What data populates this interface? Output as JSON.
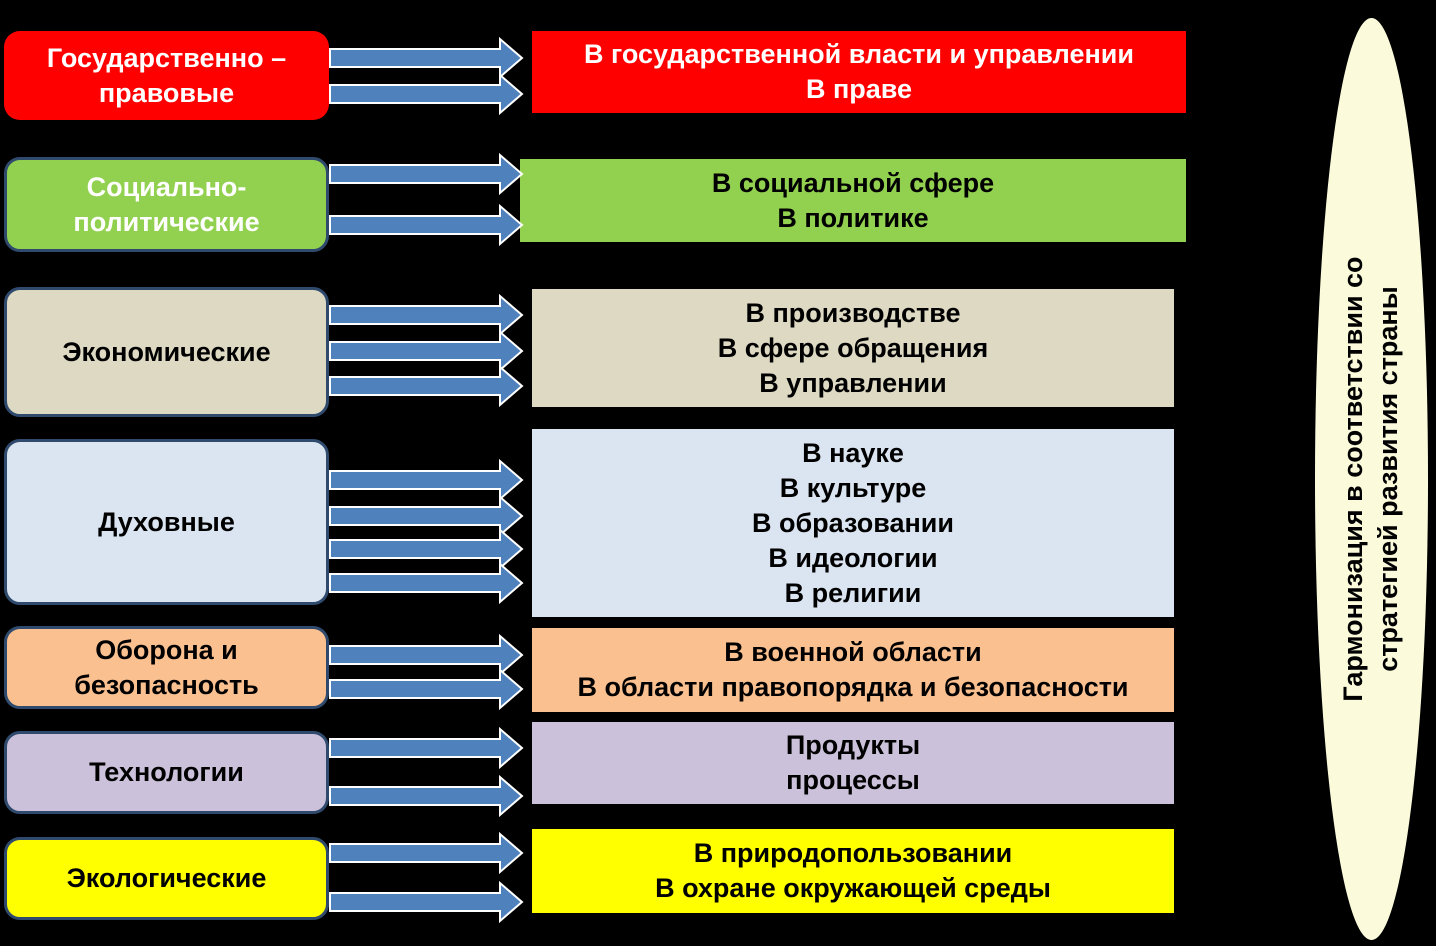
{
  "colors": {
    "red": "#ff0000",
    "green": "#92d050",
    "beige": "#ddd9c3",
    "light_blue": "#dbe5f1",
    "orange": "#fac090",
    "lavender": "#ccc1da",
    "yellow": "#ffff00",
    "arrow_fill": "#4f81bd",
    "ellipse_fill": "#fbfbdc"
  },
  "rows": [
    {
      "category": [
        "Государственно –",
        "правовые"
      ],
      "areas": [
        "В государственной власти и управлении",
        "В праве"
      ],
      "color": "red"
    },
    {
      "category": [
        "Социально-",
        "политические"
      ],
      "areas": [
        "В социальной сфере",
        "В политике"
      ],
      "color": "green"
    },
    {
      "category": [
        "Экономические"
      ],
      "areas": [
        "В производстве",
        "В сфере обращения",
        "В управлении"
      ],
      "color": "beige"
    },
    {
      "category": [
        "Духовные"
      ],
      "areas": [
        "В науке",
        "В культуре",
        "В образовании",
        "В идеологии",
        "В религии"
      ],
      "color": "light_blue"
    },
    {
      "category": [
        "Оборона и",
        "безопасность"
      ],
      "areas": [
        "В военной области",
        "В области правопорядка и безопасности"
      ],
      "color": "orange"
    },
    {
      "category": [
        "Технологии"
      ],
      "areas": [
        "Продукты",
        "процессы"
      ],
      "color": "lavender"
    },
    {
      "category": [
        "Экологические"
      ],
      "areas": [
        "В природопользовании",
        "В охране окружающей среды"
      ],
      "color": "yellow"
    }
  ],
  "harmonization": [
    "Гармонизация в соответствии со",
    "стратегией развития страны"
  ]
}
